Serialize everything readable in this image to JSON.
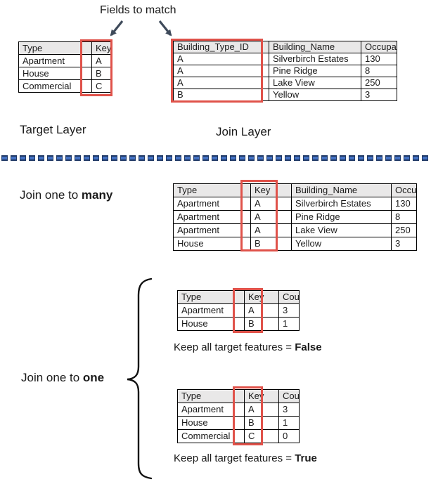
{
  "title": "Fields to match",
  "labels": {
    "target_layer": "Target Layer",
    "join_layer": "Join Layer",
    "join_many_prefix": "Join one to ",
    "join_many_bold": "many",
    "join_one_prefix": "Join one to ",
    "join_one_bold": "one",
    "caption_false_prefix": "Keep all target features = ",
    "caption_false_bold": "False",
    "caption_true_prefix": "Keep all target features = ",
    "caption_true_bold": "True"
  },
  "colors": {
    "highlight_red": "#e0524a",
    "arrow_dark": "#3e4a5a",
    "divider_navy": "#1f3864",
    "divider_blue": "#4472c4",
    "header_gray": "#e9e8e8",
    "table_border": "#000000",
    "text": "#1a1a1a"
  },
  "tables": {
    "target": {
      "headers": [
        "Type",
        "Key"
      ],
      "rows": [
        [
          "Apartment",
          "A"
        ],
        [
          "House",
          "B"
        ],
        [
          "Commercial",
          "C"
        ]
      ]
    },
    "join": {
      "headers": [
        "Building_Type_ID",
        "Building_Name",
        "Occupants"
      ],
      "rows": [
        [
          "A",
          "Silverbirch Estates",
          "130"
        ],
        [
          "A",
          "Pine Ridge",
          "8"
        ],
        [
          "A",
          "Lake View",
          "250"
        ],
        [
          "B",
          "Yellow",
          "3"
        ]
      ]
    },
    "one_to_many": {
      "headers": [
        "Type",
        "Key",
        "Building_Name",
        "Occupants"
      ],
      "rows": [
        [
          "Apartment",
          "A",
          "Silverbirch Estates",
          "130"
        ],
        [
          "Apartment",
          "A",
          "Pine Ridge",
          "8"
        ],
        [
          "Apartment",
          "A",
          "Lake View",
          "250"
        ],
        [
          "House",
          "B",
          "Yellow",
          "3"
        ]
      ]
    },
    "one_to_one_false": {
      "headers": [
        "Type",
        "Key",
        "Count"
      ],
      "rows": [
        [
          "Apartment",
          "A",
          "3"
        ],
        [
          "House",
          "B",
          "1"
        ]
      ]
    },
    "one_to_one_true": {
      "headers": [
        "Type",
        "Key",
        "Count"
      ],
      "rows": [
        [
          "Apartment",
          "A",
          "3"
        ],
        [
          "House",
          "B",
          "1"
        ],
        [
          "Commercial",
          "C",
          "0"
        ]
      ]
    }
  }
}
